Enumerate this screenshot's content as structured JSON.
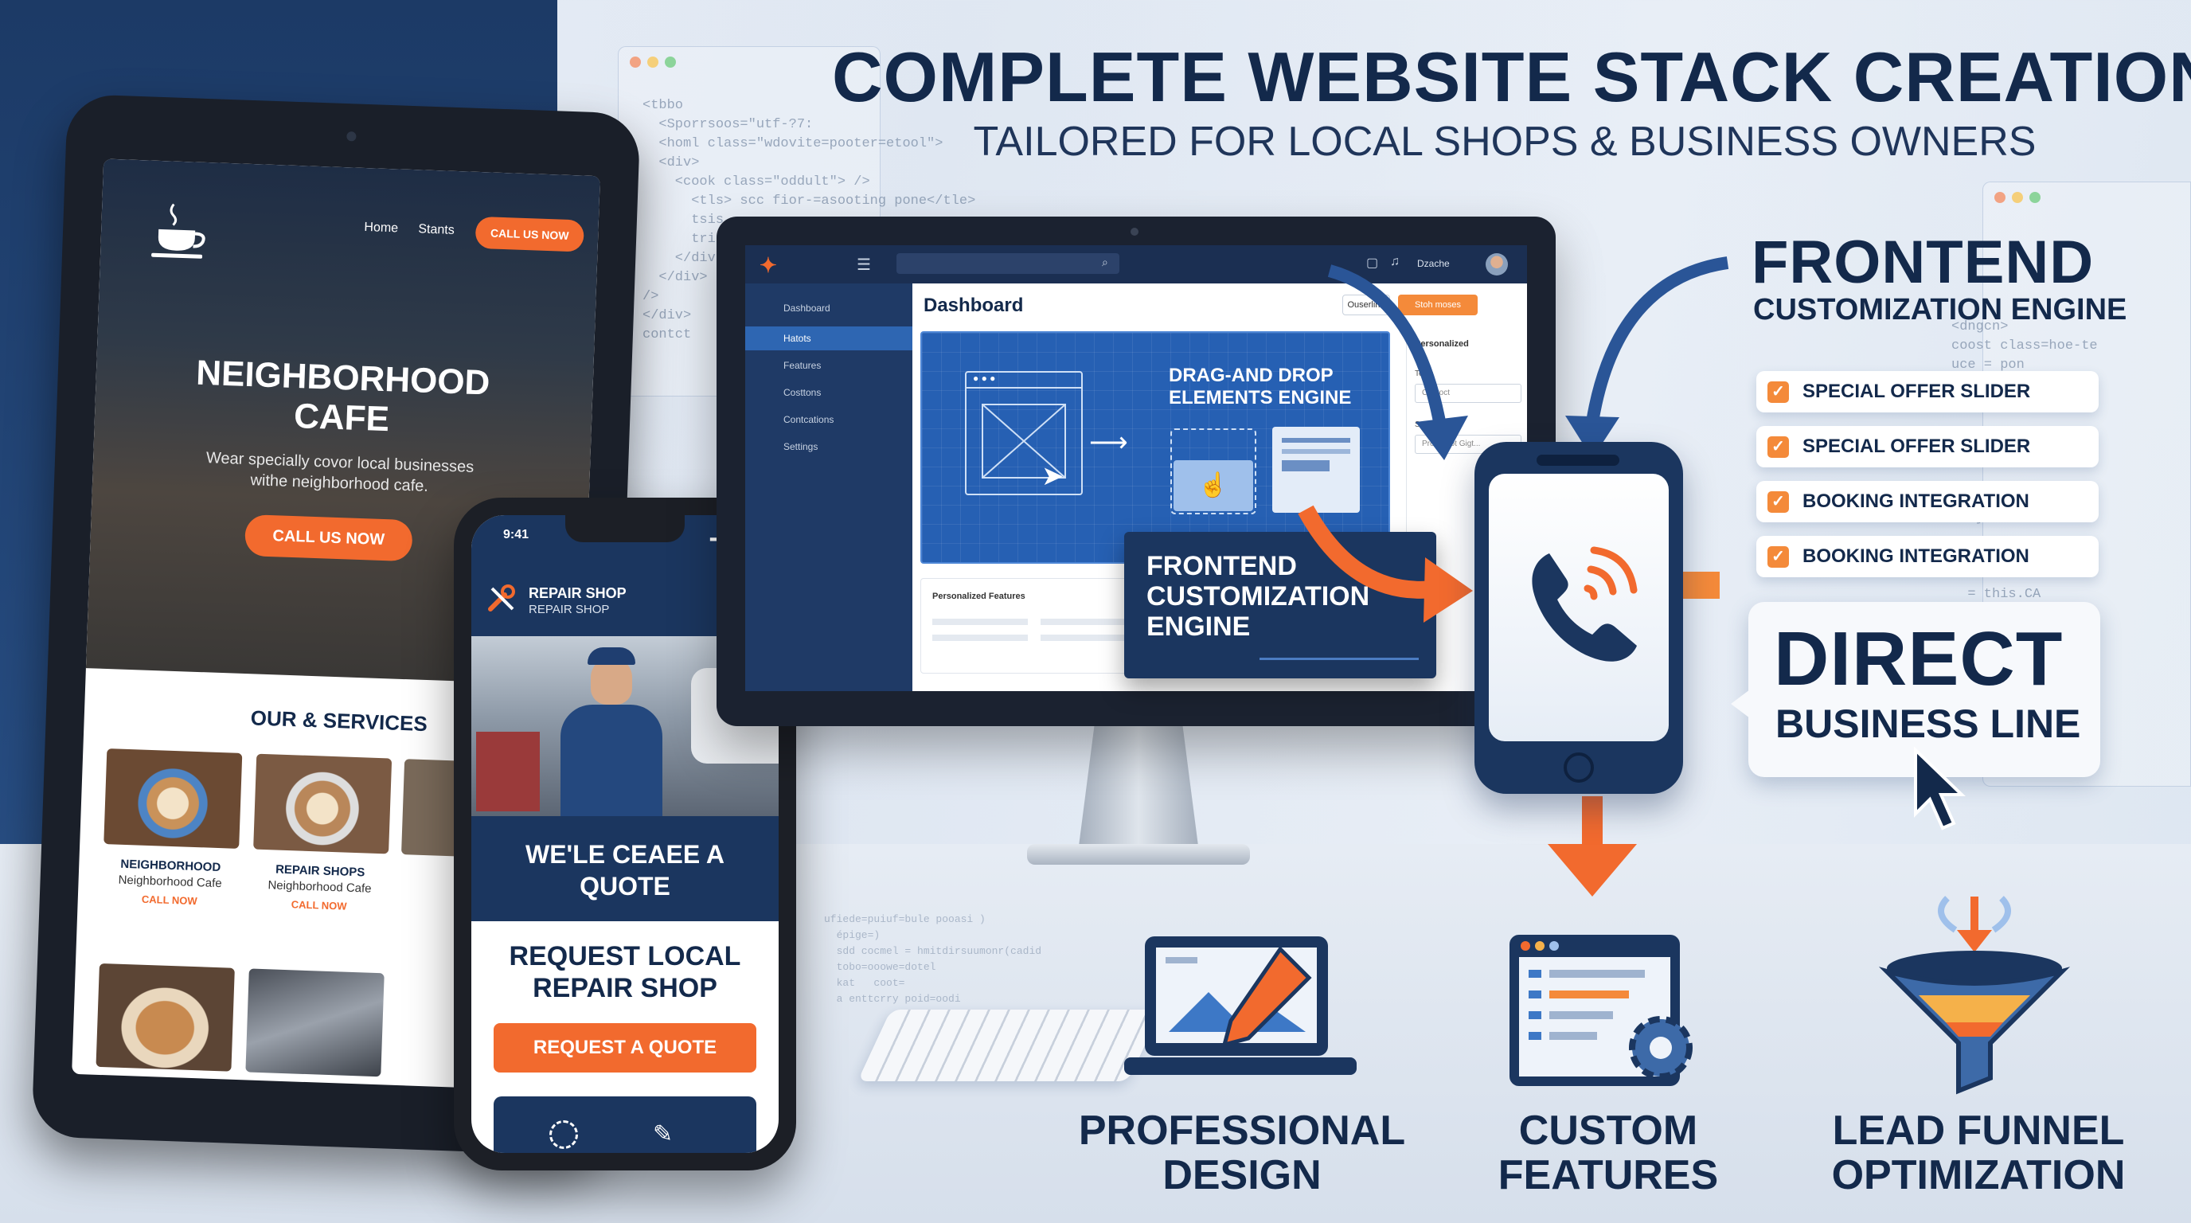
{
  "header": {
    "title": "COMPLETE WEBSITE STACK CREATION",
    "subtitle": "TAILORED FOR LOCAL SHOPS & BUSINESS OWNERS"
  },
  "code_left": "<tbbo\n  <Sporrsoos=\"utf-?7:\n  <homl class=\"wdovite=pooter=etool\">\n  <div>\n    <cook class=\"oddult\"> />\n      <tls> scc fior-=asooting pone</tle>\n      tsis\n      tris\n    </div\n  </div>\n/>\n</div>\ncontct",
  "code_right": "<dngcn>\ncoost class=hoe-te\nuce = pon\n\n   tine\n\n  ate ){\n   if(dele\n\n    retu\n   }\n\n  un 3\n\n  = this.CA\n  ';\n\n pnents('n\n   legal 'pc",
  "code_bottom": "ufiede=puiuf=bule pooasi )\n  épige=)\n  sdd cocmel = hmitdirsuumonr(cadid\n  tobo=ooowe=dotel\n  kat   coot=\n  a enttcrry poid=oodi",
  "tablet": {
    "nav_home": "Home",
    "nav_stants": "Stants",
    "nav_cta": "CALL US NOW",
    "hero_title_1": "NEIGHBORHOOD",
    "hero_title_2": "CAFE",
    "hero_desc_1": "Wear specially covor local businesses",
    "hero_desc_2": "withe neighborhood cafe.",
    "hero_cta": "CALL US NOW",
    "services_title": "OUR & SERVICES",
    "cards": [
      {
        "title": "NEIGHBORHOOD",
        "sub": "Neighborhood Cafe",
        "cta": "CALL NOW"
      },
      {
        "title": "REPAIR SHOPS",
        "sub": "Neighborhood Cafe",
        "cta": "CALL NOW"
      }
    ]
  },
  "phone": {
    "time": "9:41",
    "brand_1": "REPAIR SHOP",
    "brand_2": "REPAIR SHOP",
    "banner_1": "WE'LE CEAEE A",
    "banner_2": "QUOTE",
    "request_1": "REQUEST LOCAL",
    "request_2": "REPAIR SHOP",
    "cta": "REQUEST A QUOTE"
  },
  "dashboard": {
    "user": "Dzache",
    "sidebar": [
      "Dashboard",
      "Hatots",
      "Features",
      "Costtons",
      "Contcations",
      "Settings"
    ],
    "title": "Dashboard",
    "btn_1": "Ouserline",
    "btn_2": "Stoh moses",
    "dnd_1": "DRAG-AND DROP",
    "dnd_2": "ELEMENTS ENGINE",
    "overlay_1": "FRONTEND",
    "overlay_2": "CUSTOMIZATION",
    "overlay_3": "ENGINE",
    "panel_title": "Personalized",
    "panel_label_1": "Tools",
    "panel_select": "Conroct",
    "panel_label_2": "Spone",
    "panel_input": "Proarhoot Gigt...",
    "features_title": "Personalized Features"
  },
  "frontend": {
    "title": "FRONTEND",
    "subtitle": "CUSTOMIZATION ENGINE",
    "items": [
      "SPECIAL OFFER SLIDER",
      "SPECIAL OFFER SLIDER",
      "BOOKING INTEGRATION",
      "BOOKING INTEGRATION"
    ]
  },
  "direct": {
    "title": "DIRECT",
    "subtitle": "BUSINESS LINE"
  },
  "features": [
    {
      "line1": "PROFESSIONAL",
      "line2": "DESIGN",
      "icon": "laptop-pencil-icon"
    },
    {
      "line1": "CUSTOM",
      "line2": "FEATURES",
      "icon": "browser-gear-icon"
    },
    {
      "line1": "LEAD FUNNEL",
      "line2": "OPTIMIZATION",
      "icon": "funnel-icon"
    }
  ],
  "colors": {
    "navy": "#13294b",
    "orange": "#f26a2e",
    "blue": "#2a5fa8"
  }
}
